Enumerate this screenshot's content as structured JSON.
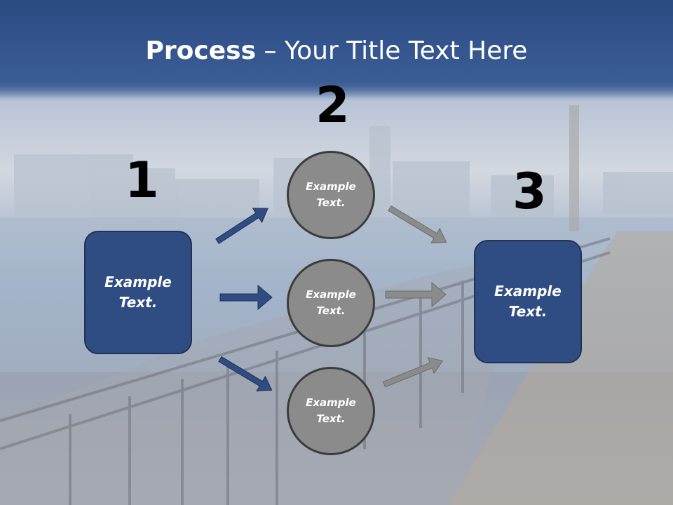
{
  "title": {
    "bold": "Process",
    "rest": " – Your Title Text Here"
  },
  "steps": [
    {
      "number": "1",
      "text_line1": "Example",
      "text_line2": "Text."
    },
    {
      "number": "2"
    },
    {
      "number": "3",
      "text_line1": "Example",
      "text_line2": "Text."
    }
  ],
  "circles": [
    {
      "line1": "Example",
      "line2": "Text."
    },
    {
      "line1": "Example",
      "line2": "Text."
    },
    {
      "line1": "Example",
      "line2": "Text."
    }
  ],
  "colors": {
    "box": "#2f4d82",
    "circle": "#8b8b8b",
    "blue_arrow": "#2f4d82",
    "gray_arrow": "#8b8b8b"
  }
}
